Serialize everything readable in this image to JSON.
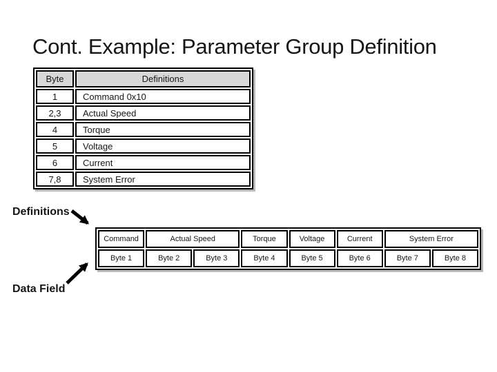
{
  "slide": {
    "title": "Cont. Example: Parameter Group Definition"
  },
  "colors": {
    "slide_background": "#ffffff",
    "table_border": "#000000",
    "header_fill": "#d8d8d8",
    "text": "#161616",
    "shadow": "#b9b9b9",
    "arrow": "#000000"
  },
  "byte_table": {
    "headers": [
      "Byte",
      "Definitions"
    ],
    "rows": [
      {
        "byte": "1",
        "definition": "Command 0x10"
      },
      {
        "byte": "2,3",
        "definition": "Actual Speed"
      },
      {
        "byte": "4",
        "definition": "Torque"
      },
      {
        "byte": "5",
        "definition": "Voltage"
      },
      {
        "byte": "6",
        "definition": "Current"
      },
      {
        "byte": "7,8",
        "definition": "System Error"
      }
    ]
  },
  "labels": {
    "definitions": "Definitions",
    "data_field": "Data Field"
  },
  "icons": {
    "definitions_arrow": "thick-black-arrow-pointing-down-right",
    "data_field_arrow": "thick-black-arrow-pointing-up-right"
  },
  "data_field_table": {
    "definitions_row": [
      {
        "label": "Command",
        "span": 1
      },
      {
        "label": "Actual Speed",
        "span": 2
      },
      {
        "label": "Torque",
        "span": 1
      },
      {
        "label": "Voltage",
        "span": 1
      },
      {
        "label": "Current",
        "span": 1
      },
      {
        "label": "System Error",
        "span": 2
      }
    ],
    "bytes_row": [
      "Byte 1",
      "Byte 2",
      "Byte 3",
      "Byte 4",
      "Byte 5",
      "Byte 6",
      "Byte 7",
      "Byte 8"
    ]
  }
}
